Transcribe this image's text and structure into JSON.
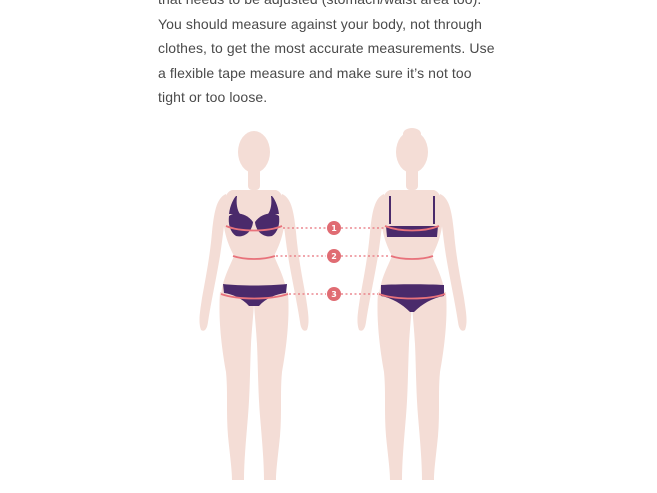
{
  "instructions": {
    "lines": [
      "that needs to be adjusted (stomach/waist area too).",
      "You should measure against your body, not through",
      "clothes, to get the most accurate measurements. Use",
      "a flexible tape measure and make sure it’s not too",
      "tight or too loose."
    ]
  },
  "illustration": {
    "markers": [
      {
        "number": "1",
        "area": "bust"
      },
      {
        "number": "2",
        "area": "waist"
      },
      {
        "number": "3",
        "area": "hips"
      }
    ],
    "colors": {
      "skin": "#f4ddd6",
      "lingerie": "#4a2a6b",
      "tape": "#e8727b",
      "marker": "#e06c73"
    }
  }
}
